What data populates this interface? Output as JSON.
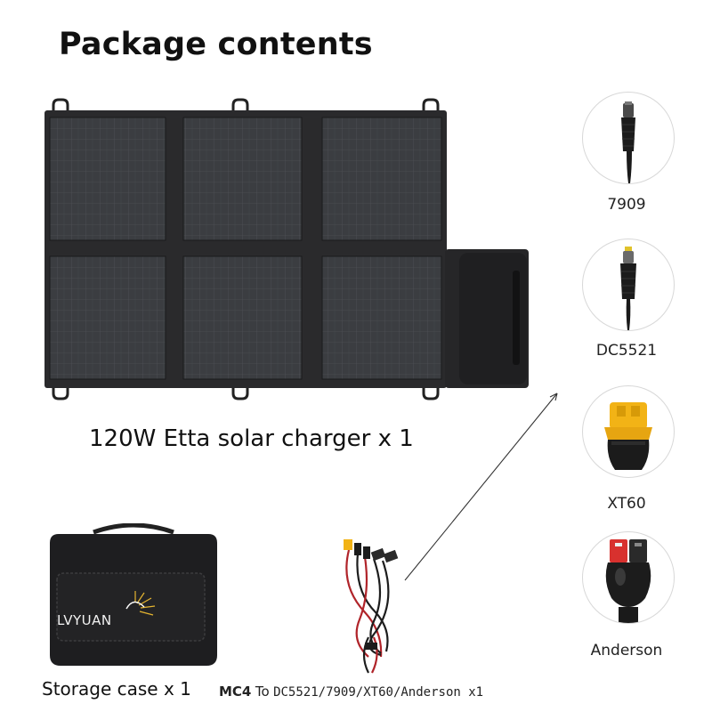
{
  "title": "Package contents",
  "charger": {
    "caption": "120W Etta solar charger x 1"
  },
  "connectors": [
    {
      "label": "7909",
      "icon": "dc-barrel-plug-icon"
    },
    {
      "label": "DC5521",
      "icon": "dc-barrel-plug-yellow-tip-icon"
    },
    {
      "label": "XT60",
      "icon": "xt60-connector-icon"
    },
    {
      "label": "Anderson",
      "icon": "anderson-connector-icon"
    }
  ],
  "storage_case": {
    "caption": "Storage case x 1",
    "brand": "LVYUAN"
  },
  "cable": {
    "connector": "MC4",
    "to_word": "To",
    "targets": "DC5521/7909/XT60/Anderson x1"
  },
  "colors": {
    "panel": "#2b2b2d",
    "cell": "#3a3c40",
    "xt60_yellow": "#f2b316",
    "anderson_red": "#d8312e"
  }
}
